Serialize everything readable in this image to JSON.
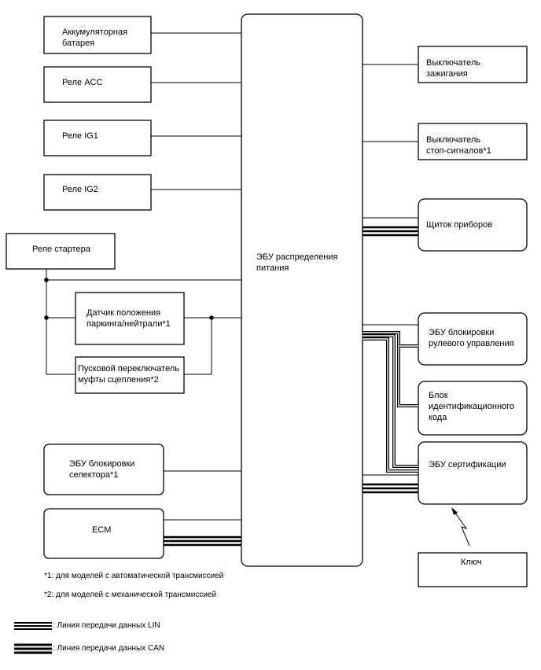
{
  "blocks": {
    "battery": "Аккумуляторная\nбатарея",
    "acc_relay": "Реле ACC",
    "ig1_relay": "Реле IG1",
    "ig2_relay": "Реле IG2",
    "starter_relay": "Реле стартера",
    "pnp_sensor": "Датчик положения\nпаркинга/нейтрали*1",
    "clutch_switch": "Пусковой переключатель\nмуфты сцепления*2",
    "shift_lock_ecu": "ЭБУ блокировки\nселектора*1",
    "ecm": "ECM",
    "power_ecu": "ЭБУ распределения\nпитания",
    "ignition_switch": "Выключатель\nзажигания",
    "stop_switch": "Выключатель\nстоп-сигналов*1",
    "meter": "Щиток приборов",
    "steering_lock_ecu": "ЭБУ блокировки\nрулевого управления",
    "id_box": "Блок\nидентификационного\nкода",
    "cert_ecu": "ЭБУ сертификации",
    "key": "Ключ"
  },
  "notes": {
    "note1": "*1: для моделей с автоматической трансмиссией",
    "note2": "*2: для моделей с механической трансмиссией"
  },
  "legend": {
    "lin": ": Линия передачи данных LIN",
    "can": ": Линия передачи данных CAN"
  }
}
